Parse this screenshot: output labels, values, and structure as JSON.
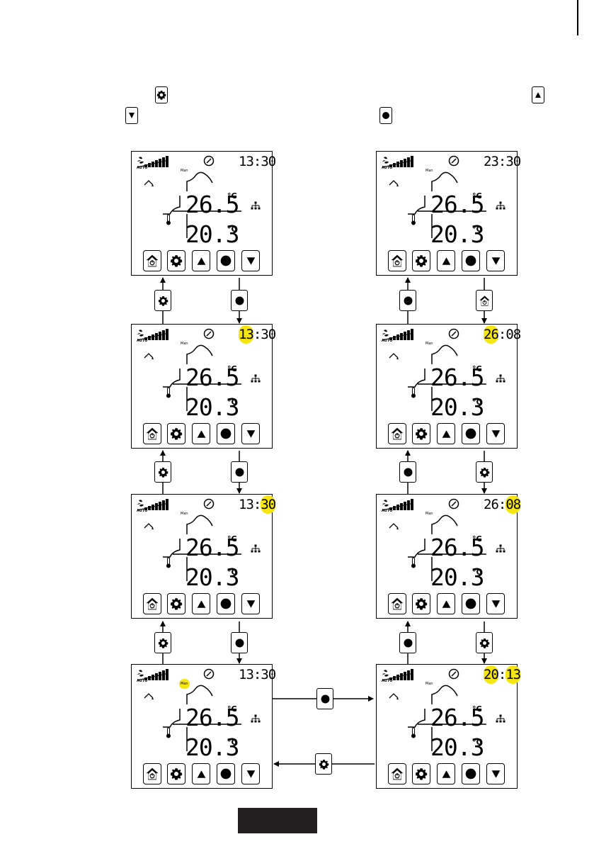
{
  "icons": {
    "settings": "gear-icon",
    "up": "arrow-up-icon",
    "down": "arrow-down-icon",
    "ok": "circle-icon",
    "home": "home-power-icon"
  },
  "colors": {
    "highlight": "#f5e511",
    "ink": "#000000",
    "footer": "#231f20"
  },
  "screen_defaults": {
    "mode_label": "Man",
    "auto_label": "AUTO",
    "set_temp": "26.5",
    "room_temp": "20.3",
    "unit": "°C"
  },
  "screens": [
    {
      "id": "s-left-1",
      "time_hours": "13",
      "time_sep": ":",
      "time_minutes": "30",
      "highlight": "none"
    },
    {
      "id": "s-right-1",
      "time_hours": "23",
      "time_sep": ":",
      "time_minutes": "30",
      "highlight": "none"
    },
    {
      "id": "s-left-2",
      "time_hours": "13",
      "time_sep": ":",
      "time_minutes": "30",
      "highlight": "hours"
    },
    {
      "id": "s-right-2",
      "time_hours": "26",
      "time_sep": ":",
      "time_minutes": "08",
      "highlight": "hours"
    },
    {
      "id": "s-left-3",
      "time_hours": "13",
      "time_sep": ":",
      "time_minutes": "30",
      "highlight": "minutes"
    },
    {
      "id": "s-right-3",
      "time_hours": "26",
      "time_sep": ":",
      "time_minutes": "08",
      "highlight": "minutes"
    },
    {
      "id": "s-left-4",
      "time_hours": "13",
      "time_sep": ":",
      "time_minutes": "30",
      "highlight": "mode"
    },
    {
      "id": "s-right-4",
      "time_hours": "20",
      "time_sep": ":",
      "time_minutes": "13",
      "highlight": "time"
    }
  ]
}
